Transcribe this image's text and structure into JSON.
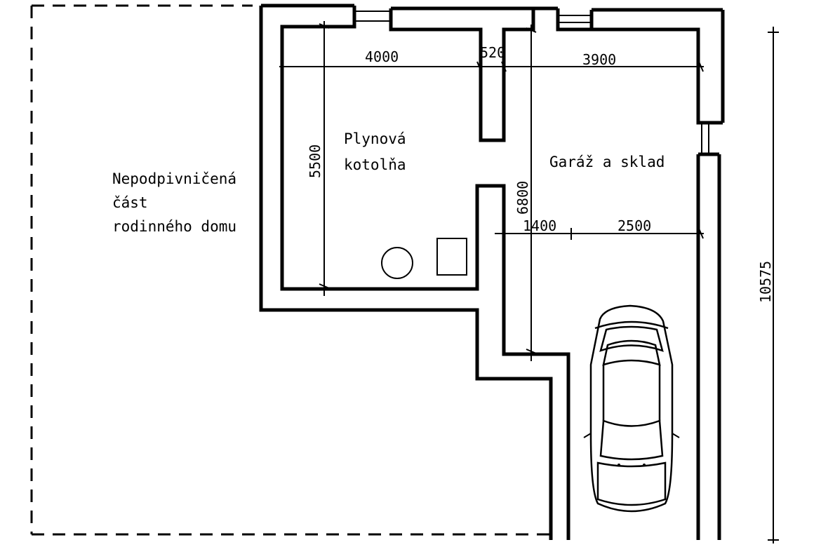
{
  "labels": {
    "unbasemented_line1": "Nepodpivničená",
    "unbasemented_line2": "část",
    "unbasemented_line3": "rodinného domu",
    "boiler_room_line1": "Plynová",
    "boiler_room_line2": "kotolňa",
    "garage": "Garáž a sklad"
  },
  "dimensions": {
    "boiler_width": "4000",
    "wall_gap": "520",
    "garage_width": "3900",
    "boiler_depth": "5500",
    "garage_depth": "6800",
    "corridor_width": "1400",
    "parking_width": "2500",
    "total_length": "10575"
  },
  "colors": {
    "line": "#000000",
    "paper": "#ffffff"
  }
}
